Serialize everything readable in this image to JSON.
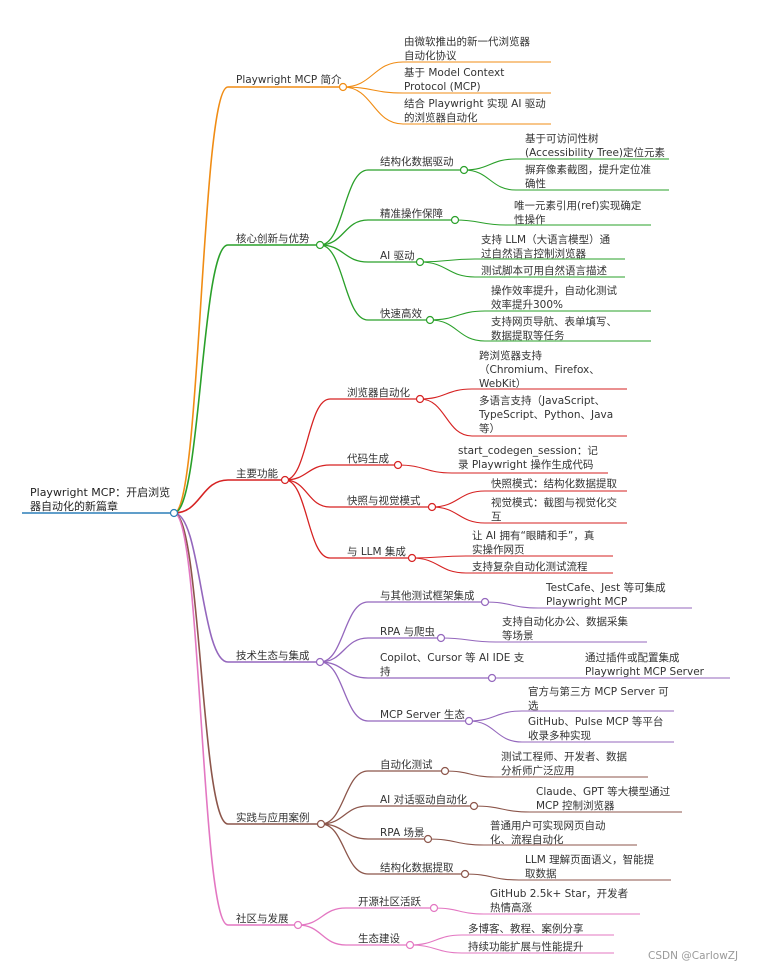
{
  "root": {
    "text": "Playwright MCP：开启浏览\n器自动化的新篇章"
  },
  "colors": {
    "intro": "#f08c14",
    "core": "#2aa02a",
    "features": "#d62222",
    "ecosystem": "#9467bd",
    "practice": "#8c564b",
    "community": "#e377c2",
    "root_line": "#2c7fb8"
  },
  "branches": {
    "intro": {
      "label": "Playwright MCP 简介",
      "leaves": [
        "由微软推出的新一代浏览器\n自动化协议",
        "基于 Model Context\nProtocol (MCP)",
        "结合 Playwright 实现 AI 驱动\n的浏览器自动化"
      ]
    },
    "core": {
      "label": "核心创新与优势",
      "sub1": {
        "label": "结构化数据驱动",
        "leaves": [
          "基于可访问性树\n(Accessibility Tree)定位元素",
          "摒弃像素截图，提升定位准\n确性"
        ]
      },
      "sub2": {
        "label": "精准操作保障",
        "leaves": [
          "唯一元素引用(ref)实现确定\n性操作"
        ]
      },
      "sub3": {
        "label": "AI 驱动",
        "leaves": [
          "支持 LLM（大语言模型）通\n过自然语言控制浏览器",
          "测试脚本可用自然语言描述"
        ]
      },
      "sub4": {
        "label": "快速高效",
        "leaves": [
          "操作效率提升，自动化测试\n效率提升300%",
          "支持网页导航、表单填写、\n数据提取等任务"
        ]
      }
    },
    "features": {
      "label": "主要功能",
      "sub1": {
        "label": "浏览器自动化",
        "leaves": [
          "跨浏览器支持\n（Chromium、Firefox、\nWebKit）",
          "多语言支持（JavaScript、\nTypeScript、Python、Java\n等）"
        ]
      },
      "sub2": {
        "label": "代码生成",
        "leaves": [
          "start_codegen_session：记\n录 Playwright 操作生成代码"
        ]
      },
      "sub3": {
        "label": "快照与视觉模式",
        "leaves": [
          "快照模式：结构化数据提取",
          "视觉模式：截图与视觉化交\n互"
        ]
      },
      "sub4": {
        "label": "与 LLM 集成",
        "leaves": [
          "让 AI 拥有“眼睛和手”，真\n实操作网页",
          "支持复杂自动化测试流程"
        ]
      }
    },
    "ecosystem": {
      "label": "技术生态与集成",
      "sub1": {
        "label": "与其他测试框架集成",
        "leaves": [
          "TestCafe、Jest 等可集成\nPlaywright MCP"
        ]
      },
      "sub2": {
        "label": "RPA 与爬虫",
        "leaves": [
          "支持自动化办公、数据采集\n等场景"
        ]
      },
      "sub3": {
        "label": "Copilot、Cursor 等 AI IDE 支\n持",
        "leaves": [
          "通过插件或配置集成\nPlaywright MCP Server"
        ]
      },
      "sub4": {
        "label": "MCP Server 生态",
        "leaves": [
          "官方与第三方 MCP Server 可\n选",
          "GitHub、Pulse MCP 等平台\n收录多种实现"
        ]
      }
    },
    "practice": {
      "label": "实践与应用案例",
      "sub1": {
        "label": "自动化测试",
        "leaves": [
          "测试工程师、开发者、数据\n分析师广泛应用"
        ]
      },
      "sub2": {
        "label": "AI 对话驱动自动化",
        "leaves": [
          "Claude、GPT 等大模型通过\nMCP 控制浏览器"
        ]
      },
      "sub3": {
        "label": "RPA 场景",
        "leaves": [
          "普通用户可实现网页自动\n化、流程自动化"
        ]
      },
      "sub4": {
        "label": "结构化数据提取",
        "leaves": [
          "LLM 理解页面语义，智能提\n取数据"
        ]
      }
    },
    "community": {
      "label": "社区与发展",
      "sub1": {
        "label": "开源社区活跃",
        "leaves": [
          "GitHub 2.5k+ Star，开发者\n热情高涨"
        ]
      },
      "sub2": {
        "label": "生态建设",
        "leaves": [
          "多博客、教程、案例分享",
          "持续功能扩展与性能提升"
        ]
      }
    }
  },
  "watermark": "CSDN @CarlowZJ"
}
